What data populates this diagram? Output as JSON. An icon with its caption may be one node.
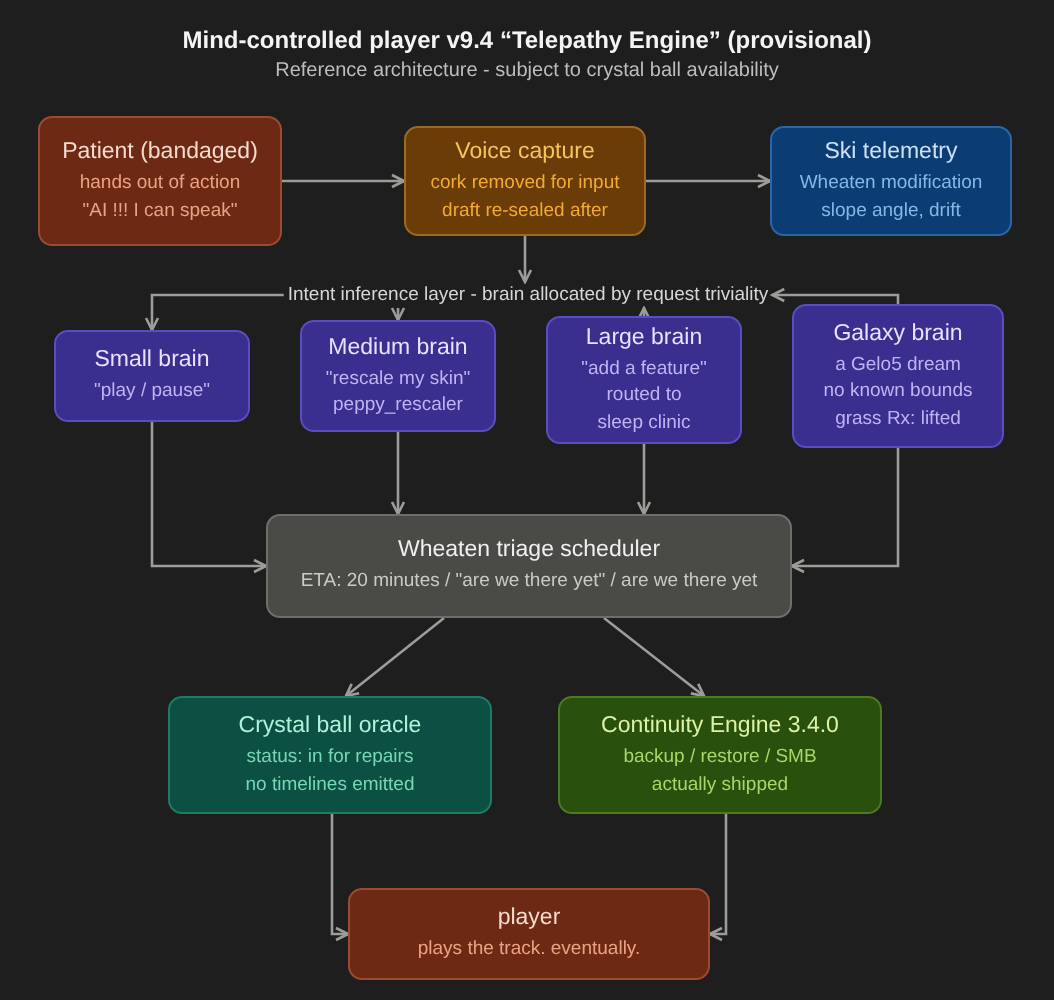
{
  "diagram": {
    "title": "Mind-controlled player v9.4 “Telepathy Engine” (provisional)",
    "nodes": [
      {
        "text": [
          "Patient (bandaged)",
          "hands out of action",
          "\"AI !!! I can speak\""
        ]
      },
      {
        "text": [
          "Voice capture",
          "cork removed for input",
          "draft re-sealed after"
        ]
      },
      {
        "text": [
          "Ski telemetry",
          "Wheaten modification",
          "slope angle, drift"
        ]
      },
      {
        "text": [
          "Intent inference layer - brain allocated by request triviality"
        ]
      },
      {
        "text": [
          "Small brain",
          "\"play / pause\""
        ]
      },
      {
        "text": [
          "Medium brain",
          "\"rescale my skin\"",
          "peppy_rescaler"
        ]
      },
      {
        "text": [
          "Large brain",
          "\"add a feature\"",
          "routed to sleep clinic"
        ]
      },
      {
        "text": [
          "Galaxy brain",
          "a Gelo5 dream",
          "no known bounds",
          "grass Rx: lifted"
        ]
      },
      {
        "text": [
          "Wheaten triage scheduler",
          "ETA: 20 minutes / \"are we there yet\" / are we there yet"
        ]
      },
      {
        "text": [
          "Crystal ball oracle",
          "status: in for repairs",
          "no timelines emitted"
        ]
      },
      {
        "text": [
          "Continuity Engine 3.4.0",
          "backup / restore / SMB",
          "actually shipped"
        ]
      },
      {
        "text": [
          "player",
          "plays the track. eventually."
        ]
      }
    ],
    "edges": [
      {
        "from": 0,
        "to": 1,
        "arrow": "to"
      },
      {
        "from": 1,
        "to": 2,
        "arrow": "to"
      },
      {
        "from": 1,
        "to": 3,
        "arrow": "to"
      },
      {
        "from": 3,
        "to": 4,
        "arrow": "to"
      },
      {
        "from": 3,
        "to": 5,
        "arrow": "to"
      },
      {
        "from": 6,
        "to": 3,
        "arrow": "to"
      },
      {
        "from": 7,
        "to": 3,
        "arrow": "to"
      },
      {
        "from": 4,
        "to": 8,
        "arrow": "to"
      },
      {
        "from": 5,
        "to": 8,
        "arrow": "to"
      },
      {
        "from": 6,
        "to": 8,
        "arrow": "to"
      },
      {
        "from": 7,
        "to": 8,
        "arrow": "to"
      },
      {
        "from": 8,
        "to": 9,
        "arrow": "to"
      },
      {
        "from": 8,
        "to": 10,
        "arrow": "to"
      },
      {
        "from": 9,
        "to": 11,
        "arrow": "to"
      },
      {
        "from": 10,
        "to": 11,
        "arrow": "to"
      }
    ],
    "labels": [
      "Reference architecture - subject to crystal ball availability"
    ]
  }
}
